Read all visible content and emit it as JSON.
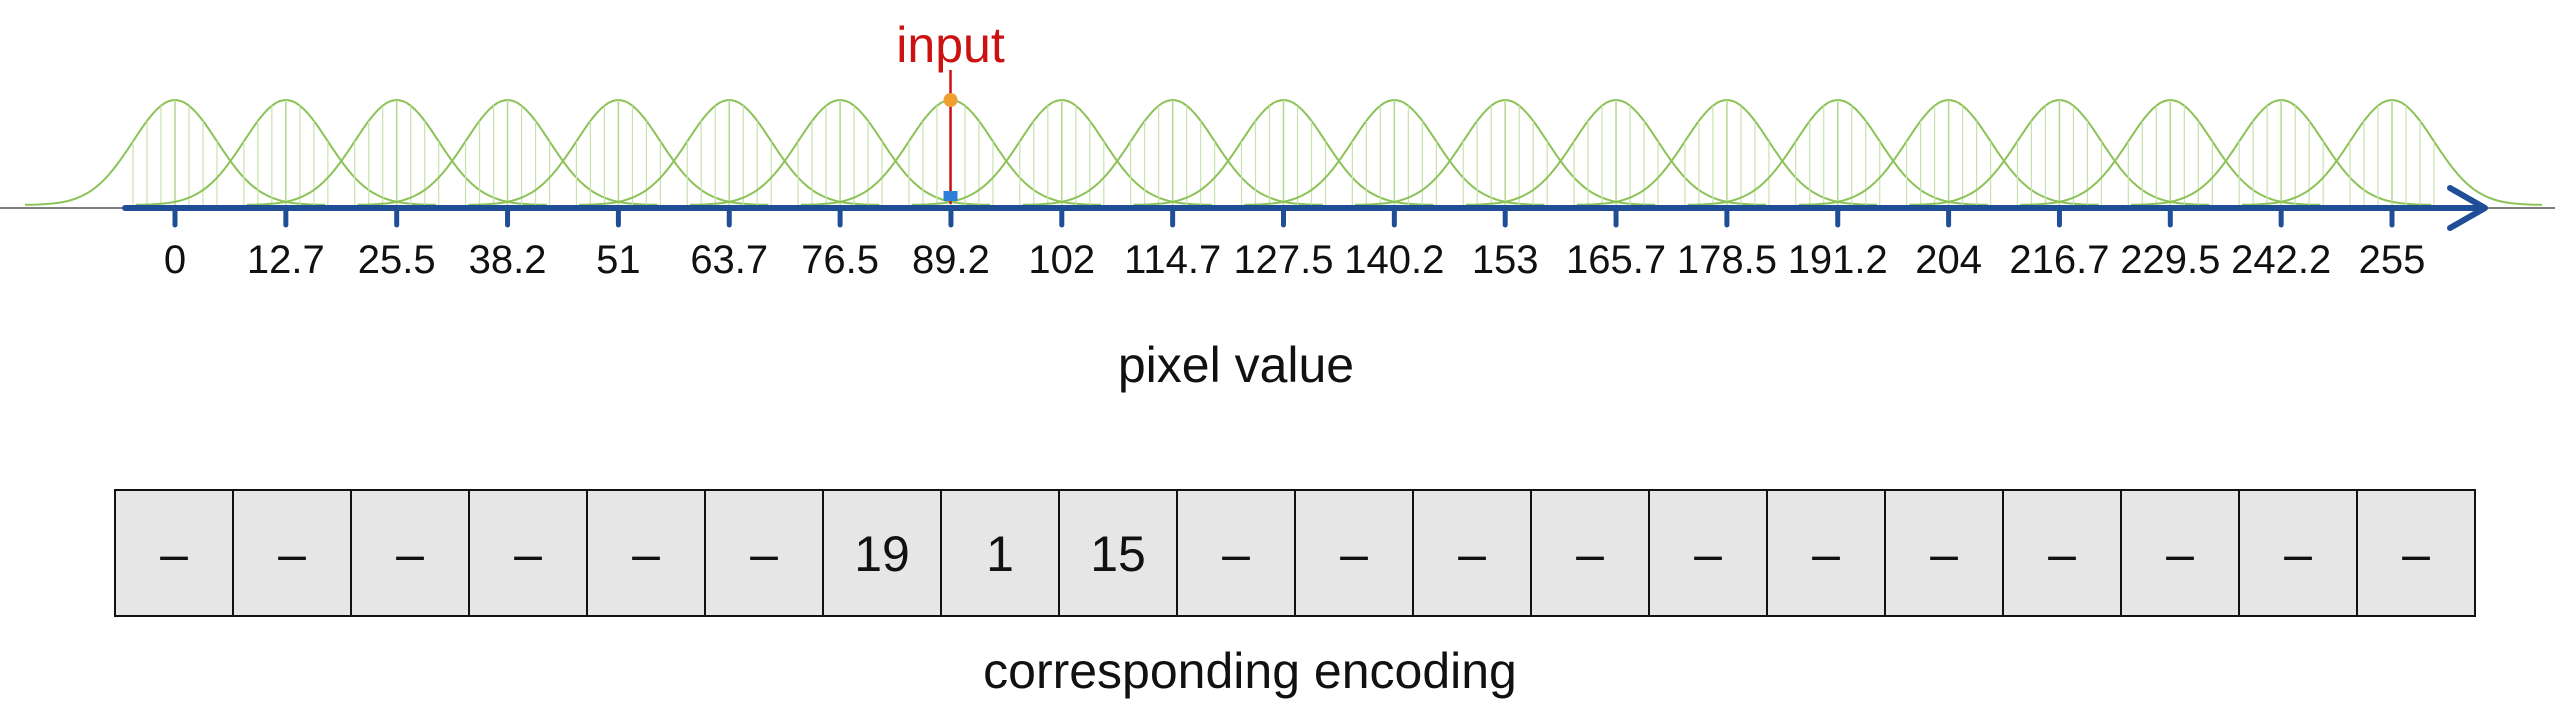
{
  "axis": {
    "ticks": [
      "0",
      "12.7",
      "25.5",
      "38.2",
      "51",
      "63.7",
      "76.5",
      "89.2",
      "102",
      "114.7",
      "127.5",
      "140.2",
      "153",
      "165.7",
      "178.5",
      "191.2",
      "204",
      "216.7",
      "229.5",
      "242.2",
      "255"
    ],
    "title": "pixel value"
  },
  "input": {
    "label": "input",
    "value": 89.2
  },
  "encoding": {
    "title": "corresponding encoding",
    "cells": [
      "–",
      "–",
      "–",
      "–",
      "–",
      "–",
      "19",
      "1",
      "15",
      "–",
      "–",
      "–",
      "–",
      "–",
      "–",
      "–",
      "–",
      "–",
      "–",
      "–"
    ]
  },
  "colors": {
    "axis": "#1f4e96",
    "curves": "#8cc257",
    "input_line": "#cc1111",
    "input_marker": "#f0a030",
    "input_base": "#2f7fd6",
    "cell_fill": "#e6e6e6",
    "cell_stroke": "#111111"
  }
}
